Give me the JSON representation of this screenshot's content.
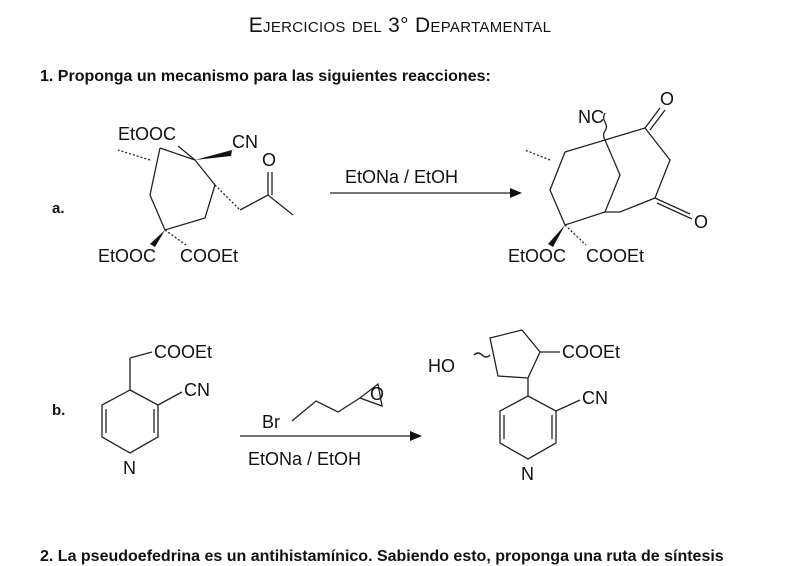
{
  "header": {
    "title_E": "E",
    "title_jercicios": "jercicios",
    "title_del": "del",
    "title_num": "3°",
    "title_D": "D",
    "title_epartamental": "epartamental"
  },
  "question1": {
    "prompt": "1.  Proponga un mecanismo para las siguientes reacciones:",
    "reaction_a": {
      "label": "a.",
      "reactant_groups": [
        "EtOOC",
        "CN",
        "O",
        "EtOOC",
        "COOEt"
      ],
      "reagent": "EtONa / EtOH",
      "product_groups": [
        "NC",
        "O",
        "O",
        "EtOOC",
        "COOEt"
      ]
    },
    "reaction_b": {
      "label": "b.",
      "reactant_groups": [
        "COOEt",
        "CN",
        "N"
      ],
      "reagent_top": "Br",
      "reagent_epoxide_O": "O",
      "reagent_bottom": "EtONa / EtOH",
      "product_groups": [
        "HO",
        "COOEt",
        "CN",
        "N"
      ]
    }
  },
  "question2": {
    "prompt": "2.  La pseudoefedrina es un antihistamínico. Sabiendo esto, proponga una ruta de síntesis"
  }
}
